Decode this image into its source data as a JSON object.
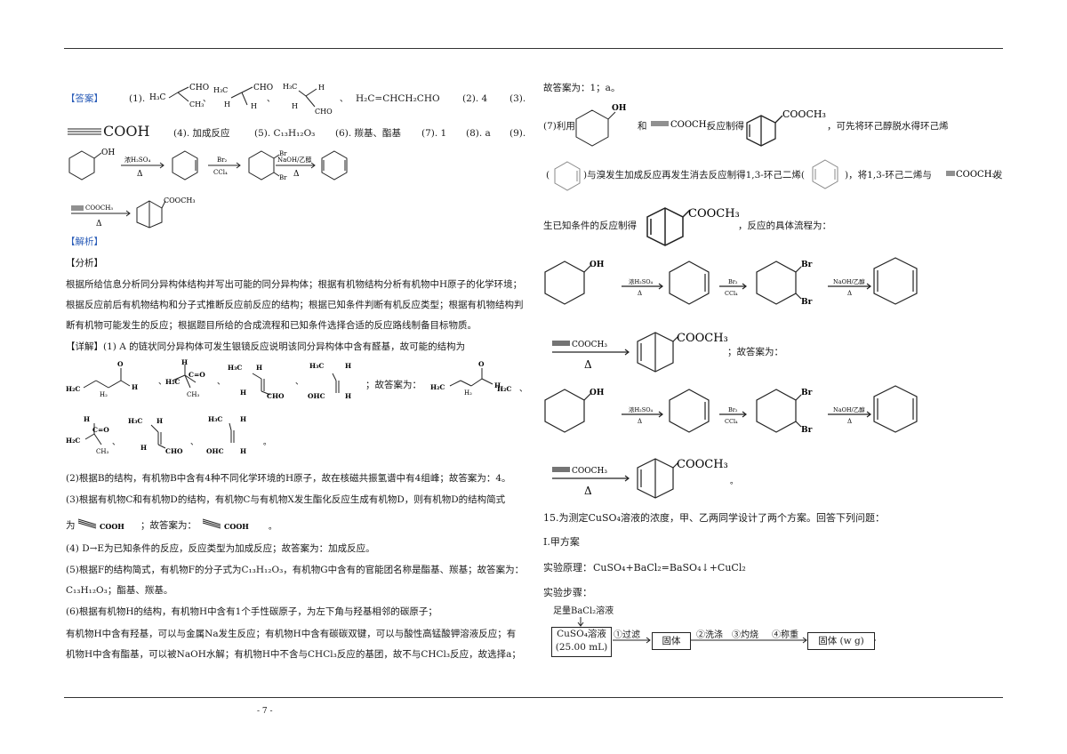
{
  "page": {
    "number": "- 7 -"
  },
  "left": {
    "answer_tag": "【答案】",
    "a1": "(1).",
    "formula_chain": "H₂C=CHCH₂CHO",
    "a2": "(2).  4",
    "a3": "(3).",
    "cooh": "COOH",
    "a4": "(4).  加成反应",
    "a5": "(5).  C₁₃H₁₂O₃",
    "a6": "(6).  羰基、酯基",
    "a7": "(7).  1",
    "a8": "(8).  a",
    "a9": "(9).",
    "conc_h2so4": "浓H₂SO₄",
    "delta": "Δ",
    "br2": "Br₂",
    "ccl4": "CCl₄",
    "naoh": "NaOH/乙醇",
    "cooch3": "COOCH₃",
    "analysis_tag": "【解析】",
    "fenxi": "【分析】",
    "p1": "根据所给信息分析同分异构体结构并写出可能的同分异构体；根据有机物结构分析有机物中H原子的化学环境；",
    "p2": "根据反应前后有机物结构和分子式推断反应前反应的结构；根据已知条件判断有机反应类型；根据有机物结构判",
    "p3": "断有机物可能发生的反应；根据题目所给的合成流程和已知条件选择合适的反应路线制备目标物质。",
    "xiangjie": "【详解】(1) A 的链状同分异构体可发生银镜反应说明该同分异构体中含有醛基，故可能的结构为",
    "gu_answer": "；故答案为：",
    "p_2": "(2)根据B的结构，有机物B中含有4种不同化学环境的H原子，故在核磁共振氢谱中有4组峰；故答案为：4。",
    "p_3": "(3)根据有机物C和有机物D的结构，有机物C与有机物X发生酯化反应生成有机物D，则有机物D的结构简式",
    "p_3b": "为",
    "p_3c": "；故答案为：",
    "p_4": "(4) D→E为已知条件的反应，反应类型为加成反应；故答案为：加成反应。",
    "p_5": "(5)根据F的结构简式，有机物F的分子式为C₁₃H₁₂O₃，有机物G中含有的官能团名称是酯基、羰基；故答案为：",
    "p_5b": "C₁₃H₁₂O₃；酯基、羰基。",
    "p_6": "(6)根据有机物H的结构，有机物H中含有1个手性碳原子，为左下角与羟基相邻的碳原子；",
    "p_6b": "有机物H中含有羟基，可以与金属Na发生反应；有机物H中含有碳碳双键，可以与酸性高锰酸钾溶液反应；有",
    "p_6c": "机物H中含有酯基，可以被NaOH水解；有机物H中不含与CHCl₃反应的基团，故不与CHCl₃反应，故选择a；"
  },
  "right": {
    "r1": "故答案为：1；a。",
    "r2a": "(7)利用",
    "r2b": "和",
    "r2c": "反应制得",
    "r2d": "，可先将环己醇脱水得环己烯",
    "r3a": "(",
    "r3b": ")与溴发生加成反应再发生消去反应制得1,3-环己二烯(",
    "r3c": ")，将1,3-环己二烯与",
    "r3d": "发",
    "r4a": "生已知条件的反应制得",
    "r4b": "，反应的具体流程为：",
    "gu": "；故答案为：",
    "q15": "15.为测定CuSO₄溶液的浓度，甲、乙两同学设计了两个方案。回答下列问题：",
    "plan": "Ⅰ.甲方案",
    "principle_label": "实验原理：",
    "principle": "CuSO₄+BaCl₂=BaSO₄↓+CuCl₂",
    "steps_label": "实验步骤：",
    "excess": "足量BaCl₂溶液",
    "box1a": "CuSO₄溶液",
    "box1b": "(25.00 mL)",
    "s1": "①过滤",
    "box2": "固体",
    "s2": "②洗涤",
    "s3": "③灼烧",
    "s4": "④称重",
    "box3": "固体 (w g)"
  }
}
